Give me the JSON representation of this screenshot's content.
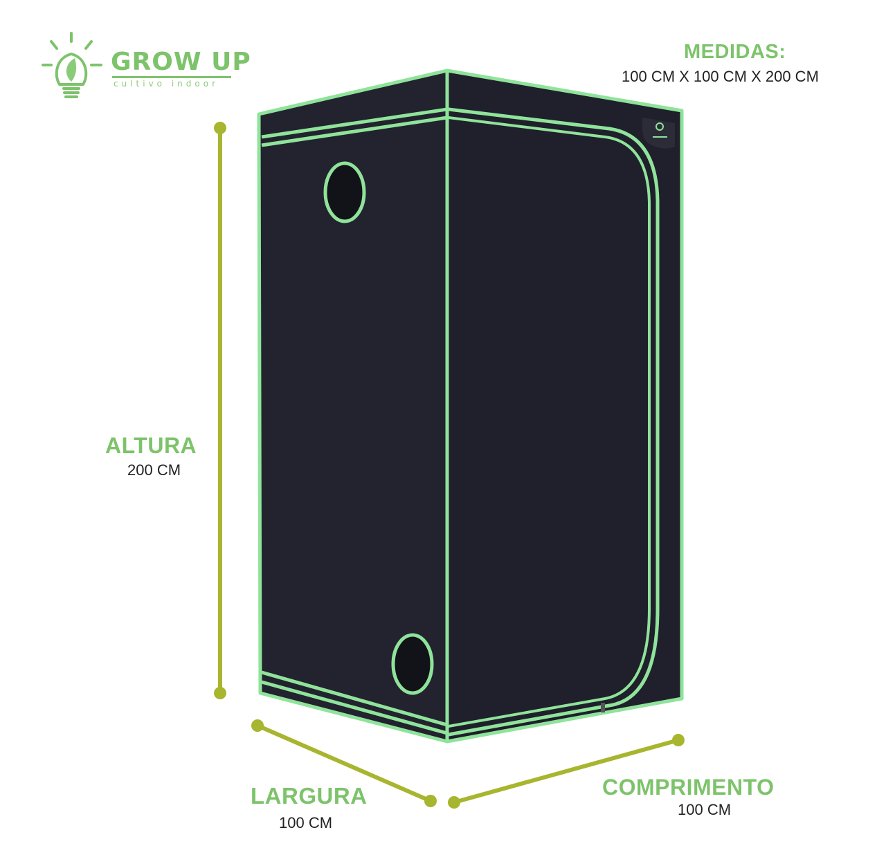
{
  "brand": {
    "name": "GROW UP",
    "tagline": "cultivo indoor",
    "icon": "lightbulb-leaf-icon",
    "color": "#7dc36b"
  },
  "measurements": {
    "title": "MEDIDAS:",
    "summary": "100 CM X 100 CM X 200 CM"
  },
  "dimensions": {
    "height": {
      "label": "ALTURA",
      "value": "200 CM"
    },
    "width": {
      "label": "LARGURA",
      "value": "100 CM"
    },
    "length": {
      "label": "COMPRIMENTO",
      "value": "100 CM"
    }
  },
  "colors": {
    "label_green": "#7dc36b",
    "dimension_line": "#a8b52e",
    "tent_body": "#22232e",
    "tent_trim": "#8fe39a",
    "value_text": "#222222"
  },
  "product": {
    "type": "grow tent",
    "features": [
      "top-left vent port",
      "bottom-left vent port",
      "zippered door panel",
      "brand tag"
    ]
  }
}
